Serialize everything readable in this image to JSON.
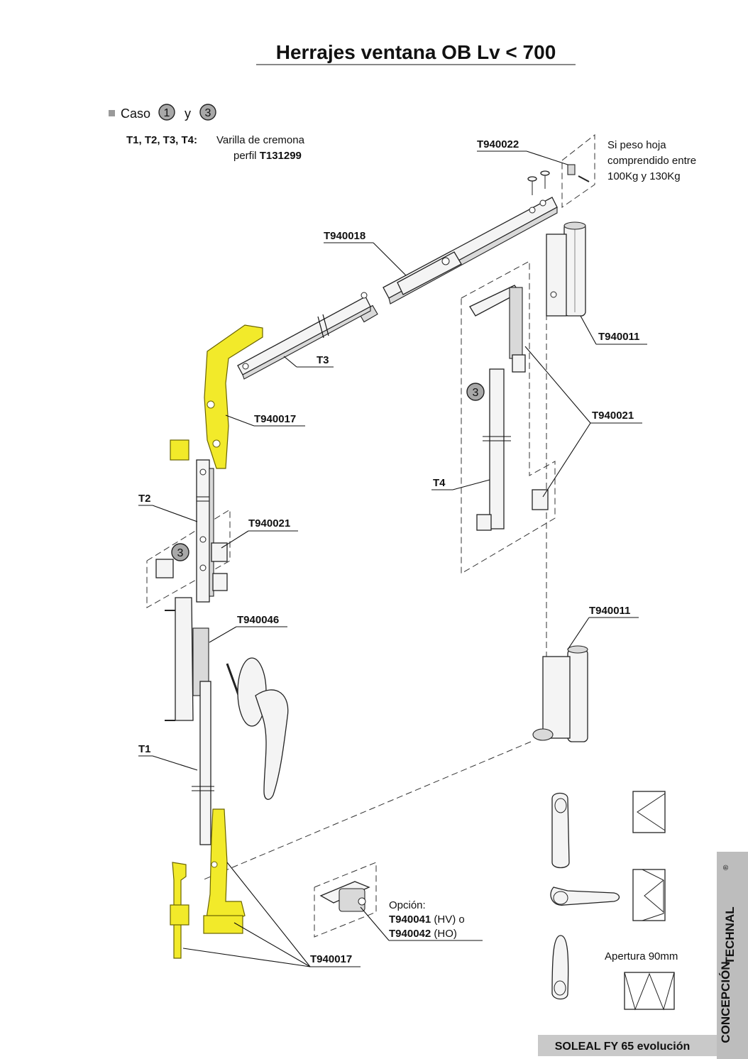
{
  "title": "Herrajes ventana OB Lv < 700",
  "case": {
    "prefix": "Caso",
    "num1": "1",
    "join": "y",
    "num2": "3"
  },
  "varilla": {
    "codes": "T1, T2, T3, T4:",
    "line1": "Varilla de cremona",
    "line2_plain": "perfil ",
    "line2_bold": "T131299"
  },
  "peso_note": [
    "Si peso hoja",
    "comprendido entre",
    "100Kg y 130Kg"
  ],
  "labels": {
    "t940022": "T940022",
    "t940018": "T940018",
    "t940011_top": "T940011",
    "t940011_bottom": "T940011",
    "t3": "T3",
    "t940017_top": "T940017",
    "t940021_right": "T940021",
    "t940021_left": "T940021",
    "t4": "T4",
    "t2": "T2",
    "t940046": "T940046",
    "t1": "T1",
    "t940017_bottom": "T940017",
    "case3_left": "3",
    "case3_right": "3"
  },
  "option": {
    "heading": "Opción:",
    "code1": "T940041",
    "suffix1": " (HV) o",
    "code2": "T940042",
    "suffix2": " (HO)"
  },
  "apertura": "Apertura 90mm",
  "sidebar": {
    "brand": "TECHNAL",
    "reg": "®",
    "concepcion": "CONCEPCIÓN",
    "product": "SOLEAL FY 65 evolución"
  },
  "colors": {
    "highlight": "#f2ea2a",
    "sidebar": "#bdbdbd",
    "footer": "#c9c9c9"
  }
}
